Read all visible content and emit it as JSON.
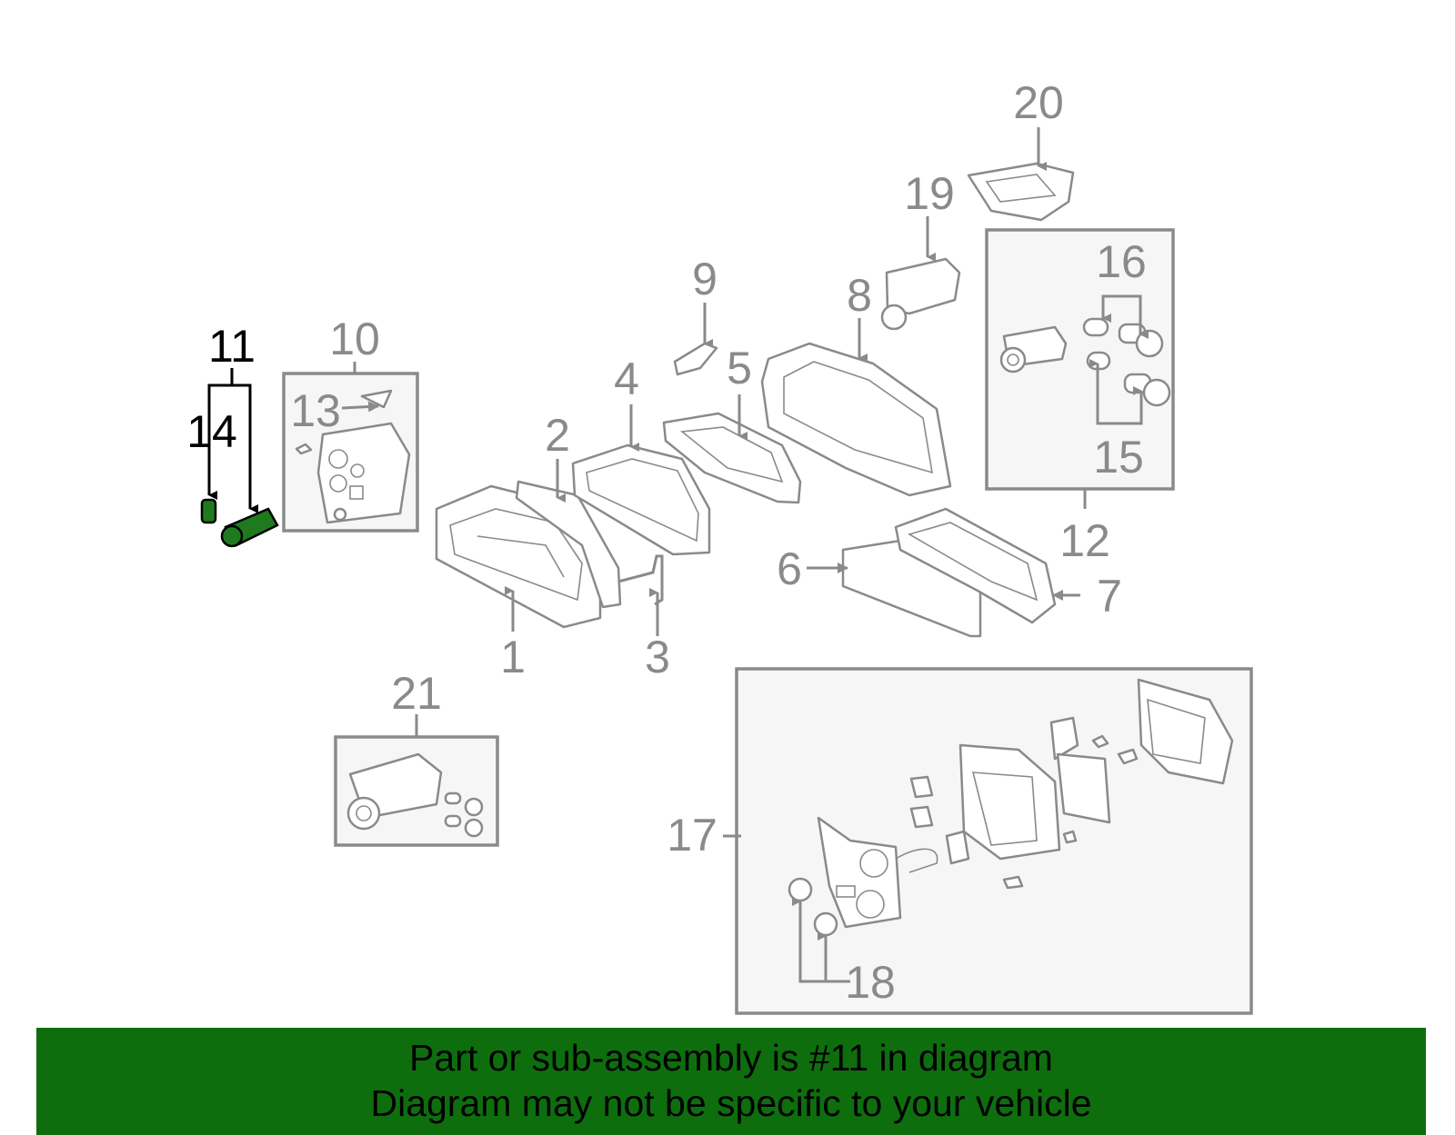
{
  "callouts": {
    "n1": "1",
    "n2": "2",
    "n3": "3",
    "n4": "4",
    "n5": "5",
    "n6": "6",
    "n7": "7",
    "n8": "8",
    "n9": "9",
    "n10": "10",
    "n11": "11",
    "n12": "12",
    "n13": "13",
    "n14": "14",
    "n15": "15",
    "n16": "16",
    "n17": "17",
    "n18": "18",
    "n19": "19",
    "n20": "20",
    "n21": "21"
  },
  "highlighted_part": "11",
  "highlight_color": "#0e6e0e",
  "banner": {
    "line1": "Part or sub-assembly is #11 in diagram",
    "line2": "Diagram may not be specific to your vehicle"
  }
}
